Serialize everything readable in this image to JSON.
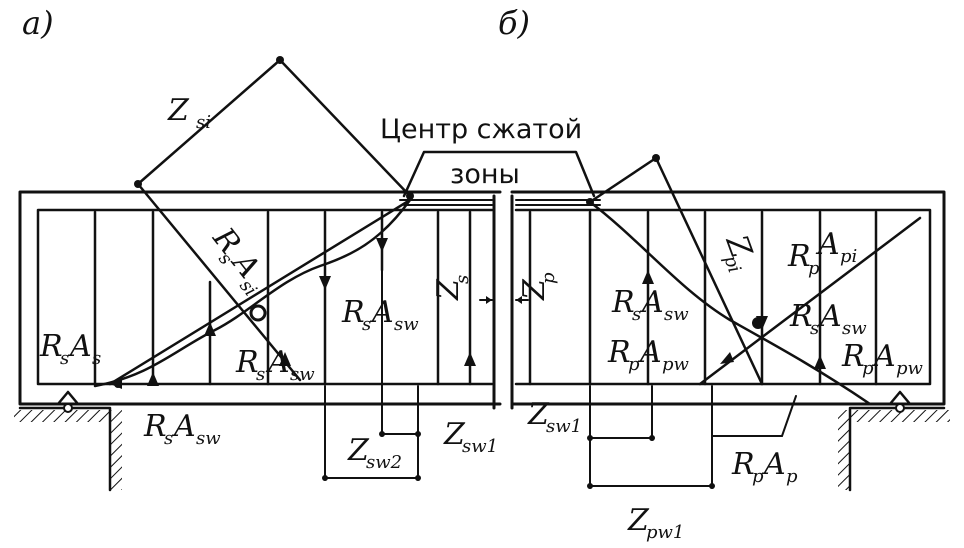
{
  "panels": {
    "a": "а)",
    "b": "б)"
  },
  "labels": {
    "compressed_zone_line1": "Центр сжатой",
    "compressed_zone_line2": "зоны",
    "z_si": {
      "main": "Z",
      "sub": "si"
    },
    "rs_asi": {
      "r": "R",
      "s": "s",
      "a": "A",
      "si": "si"
    },
    "rs_as": {
      "r": "R",
      "s": "s",
      "a": "A",
      "s2": "s"
    },
    "rs_asw": {
      "r": "R",
      "s": "s",
      "a": "A",
      "sw": "sw"
    },
    "z_s": {
      "main": "Z",
      "sub": "s"
    },
    "z_p": {
      "main": "Z",
      "sub": "p"
    },
    "z_sw2": {
      "main": "Z",
      "sub": "sw2"
    },
    "z_sw1": {
      "main": "Z",
      "sub": "sw1"
    },
    "rp_apw": {
      "r": "R",
      "p": "p",
      "a": "A",
      "pw": "pw"
    },
    "z_pi": {
      "main": "Z",
      "sub": "pi"
    },
    "rp_api": {
      "r": "R",
      "p": "p",
      "a": "A",
      "pi": "pi"
    },
    "rp_ap": {
      "r": "R",
      "p": "p",
      "a": "A",
      "p2": "p"
    },
    "z_pw1": {
      "main": "Z",
      "sub": "pw1"
    }
  }
}
